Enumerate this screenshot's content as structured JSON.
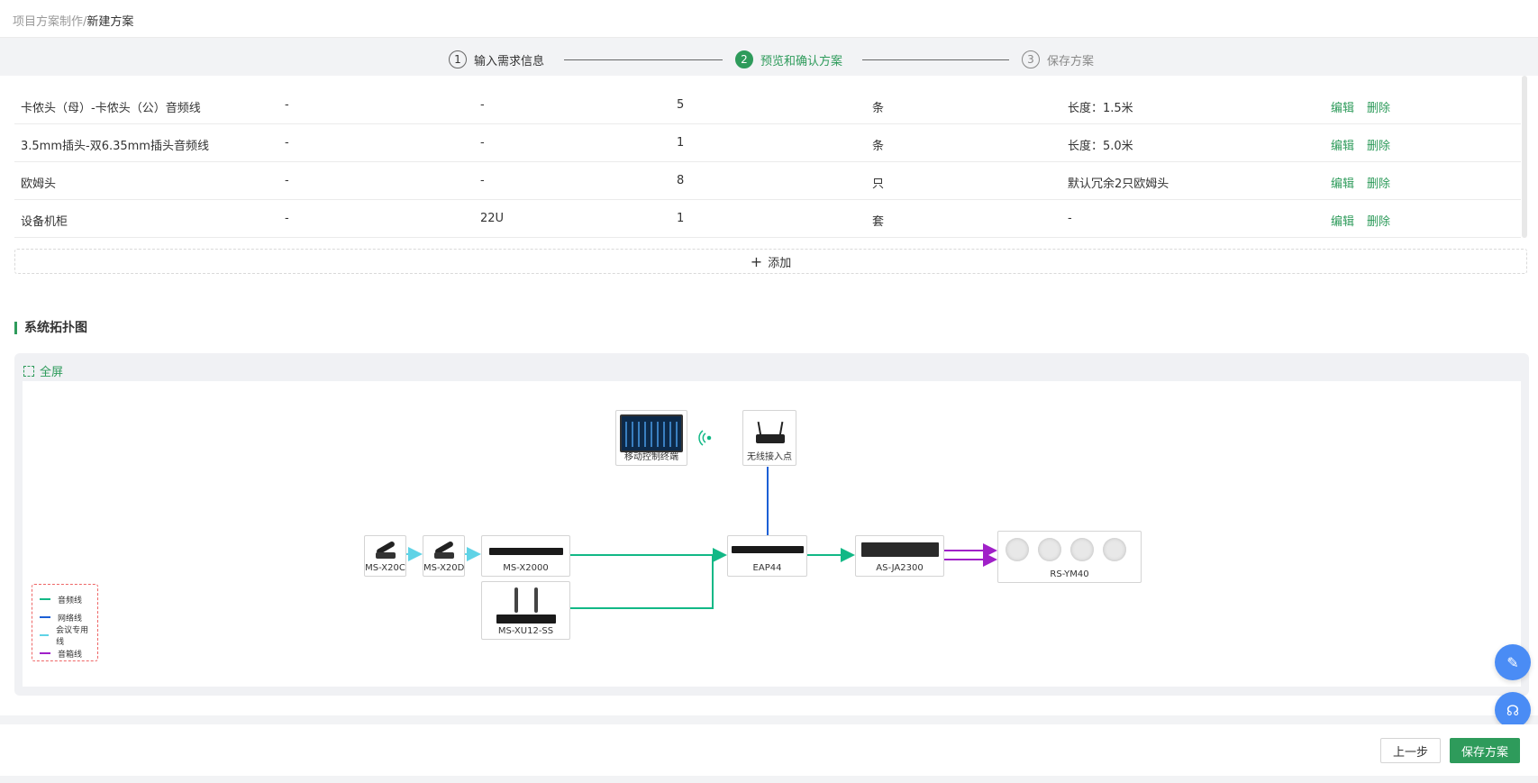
{
  "breadcrumb": {
    "parent": "项目方案制作/",
    "current": "新建方案"
  },
  "steps": [
    {
      "num": "1",
      "label": "输入需求信息",
      "state": "done"
    },
    {
      "num": "2",
      "label": "预览和确认方案",
      "state": "active"
    },
    {
      "num": "3",
      "label": "保存方案",
      "state": "todo"
    }
  ],
  "table": {
    "rows": [
      {
        "name": "卡侬头（母）-卡侬头（公）音频线",
        "c2": "-",
        "c3": "-",
        "qty": "5",
        "unit": "条",
        "note": "长度：1.5米"
      },
      {
        "name": "3.5mm插头-双6.35mm插头音频线",
        "c2": "-",
        "c3": "-",
        "qty": "1",
        "unit": "条",
        "note": "长度：5.0米"
      },
      {
        "name": "欧姆头",
        "c2": "-",
        "c3": "-",
        "qty": "8",
        "unit": "只",
        "note": "默认冗余2只欧姆头"
      },
      {
        "name": "设备机柜",
        "c2": "-",
        "c3": "22U",
        "qty": "1",
        "unit": "套",
        "note": "-"
      }
    ],
    "edit_label": "编辑",
    "delete_label": "删除"
  },
  "add_label": "添加",
  "section_title": "系统拓扑图",
  "fullscreen_label": "全屏",
  "topology": {
    "devices": {
      "tablet": "移动控制终端",
      "ap": "无线接入点",
      "mic1": "MS-X20C",
      "mic2": "MS-X20D",
      "host": "MS-X2000",
      "wireless": "MS-XU12-SS",
      "eap": "EAP44",
      "amp": "AS-JA2300",
      "speakers": "RS-YM40"
    },
    "legend": [
      {
        "label": "音频线",
        "color": "#12b886"
      },
      {
        "label": "网络线",
        "color": "#1c5fd6"
      },
      {
        "label": "会议专用线",
        "color": "#5fd3e6"
      },
      {
        "label": "音箱线",
        "color": "#a020c8"
      }
    ]
  },
  "footer": {
    "prev_label": "上一步",
    "save_label": "保存方案"
  },
  "colors": {
    "accent": "#2e9b5b",
    "fab": "#4a8cf5"
  }
}
